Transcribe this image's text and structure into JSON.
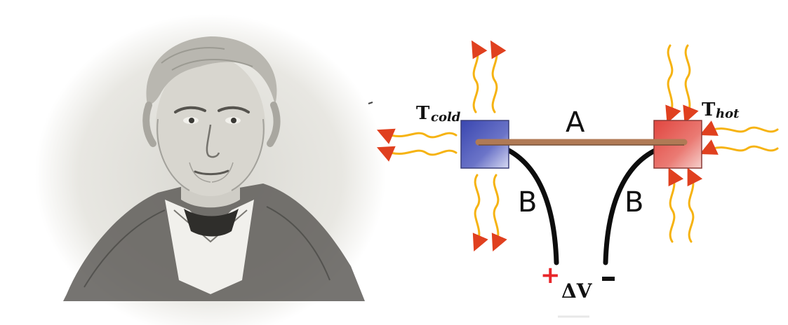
{
  "portrait": {
    "subject_description": "engraved portrait of a 19th-century man"
  },
  "diagram": {
    "cold_junction": {
      "symbol": "T",
      "subscript": "cold",
      "color": "#4a55b8"
    },
    "hot_junction": {
      "symbol": "T",
      "subscript": "hot",
      "color": "#e0504e"
    },
    "wire_a": {
      "label": "A",
      "color": "#b07a55"
    },
    "wire_b_left": {
      "label": "B"
    },
    "wire_b_right": {
      "label": "B"
    },
    "voltage": {
      "label": "ΔV",
      "positive": "+",
      "negative": "−",
      "positive_color": "#e8262a"
    },
    "heat_arrow_color": "#f6b312"
  }
}
